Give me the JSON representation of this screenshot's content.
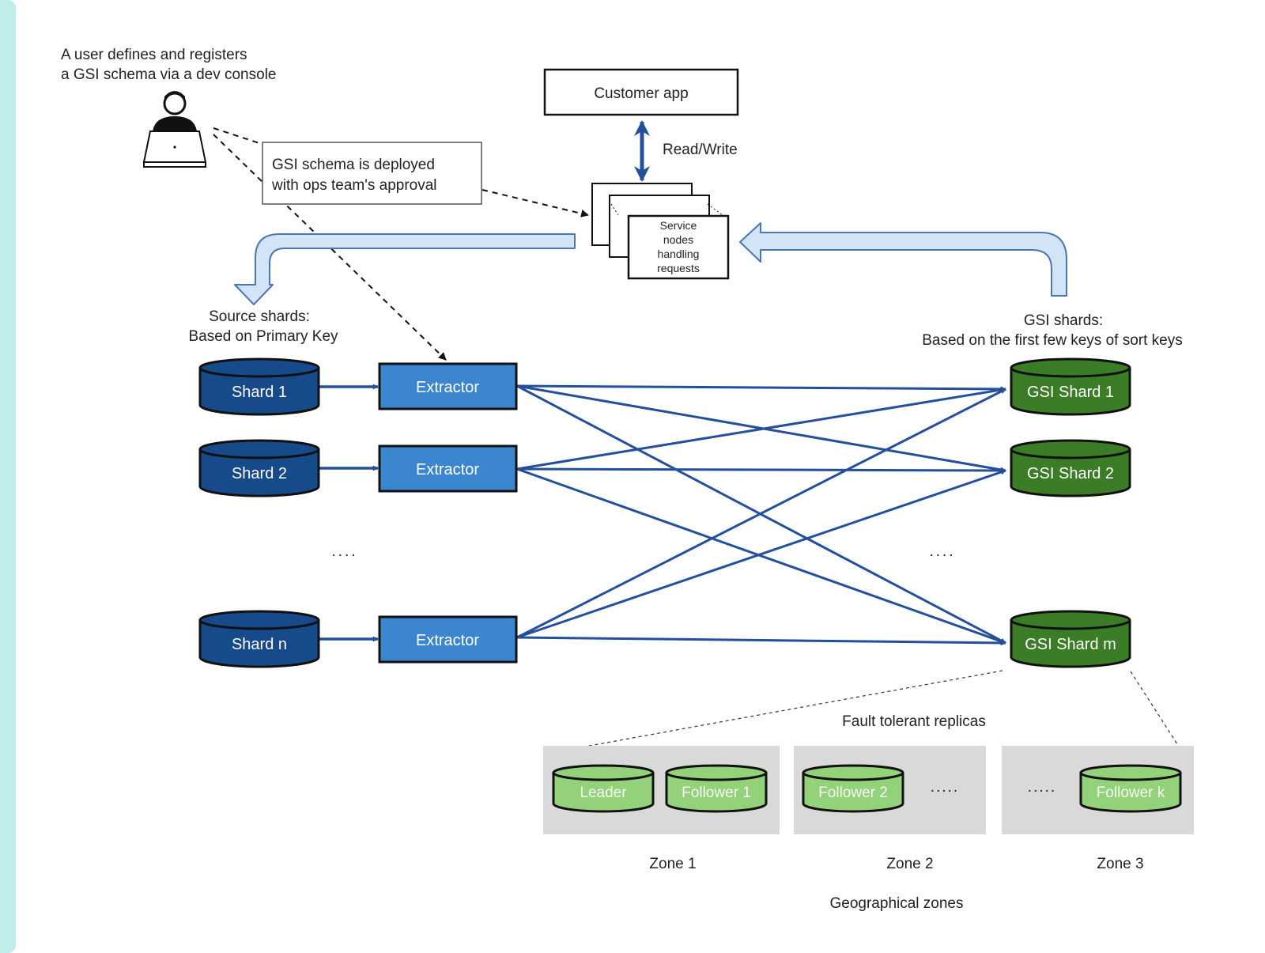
{
  "colors": {
    "accent_bar": "#bdeeea",
    "source_shard_fill": "#174a8b",
    "extractor_fill": "#3c86cf",
    "gsi_shard_fill": "#3b7d26",
    "replica_fill": "#93d17a",
    "zone_bg": "#d9d9d9",
    "link_blue": "#244f9b",
    "flow_arrow_fill": "#d2e4f5",
    "flow_arrow_stroke": "#4a76b3"
  },
  "icons": {
    "user": "user-at-laptop-icon"
  },
  "user_note": {
    "line1": "A user defines and registers",
    "line2": "a GSI schema via a dev console"
  },
  "deploy_note": {
    "line1": "GSI schema is deployed",
    "line2": "with ops team's approval"
  },
  "customer_app": "Customer app",
  "read_write": "Read/Write",
  "service_nodes": {
    "line1": "Service",
    "line2": "nodes",
    "line3": "handling",
    "line4": "requests"
  },
  "source_header": {
    "line1": "Source shards:",
    "line2": "Based on Primary Key"
  },
  "gsi_header": {
    "line1": "GSI shards:",
    "line2": "Based on the first few keys of sort keys"
  },
  "source_shards": [
    "Shard 1",
    "Shard 2",
    "Shard n"
  ],
  "extractors": [
    "Extractor",
    "Extractor",
    "Extractor"
  ],
  "gsi_shards": [
    "GSI Shard 1",
    "GSI Shard 2",
    "GSI Shard m"
  ],
  "ellipsis_dots": "....",
  "fault_tolerant": "Fault tolerant replicas",
  "replicas": {
    "leader": "Leader",
    "follower1": "Follower 1",
    "follower2": "Follower 2",
    "followerk": "Follower k",
    "dots": "....."
  },
  "zones": [
    "Zone 1",
    "Zone 2",
    "Zone 3"
  ],
  "geo_zones": "Geographical zones"
}
